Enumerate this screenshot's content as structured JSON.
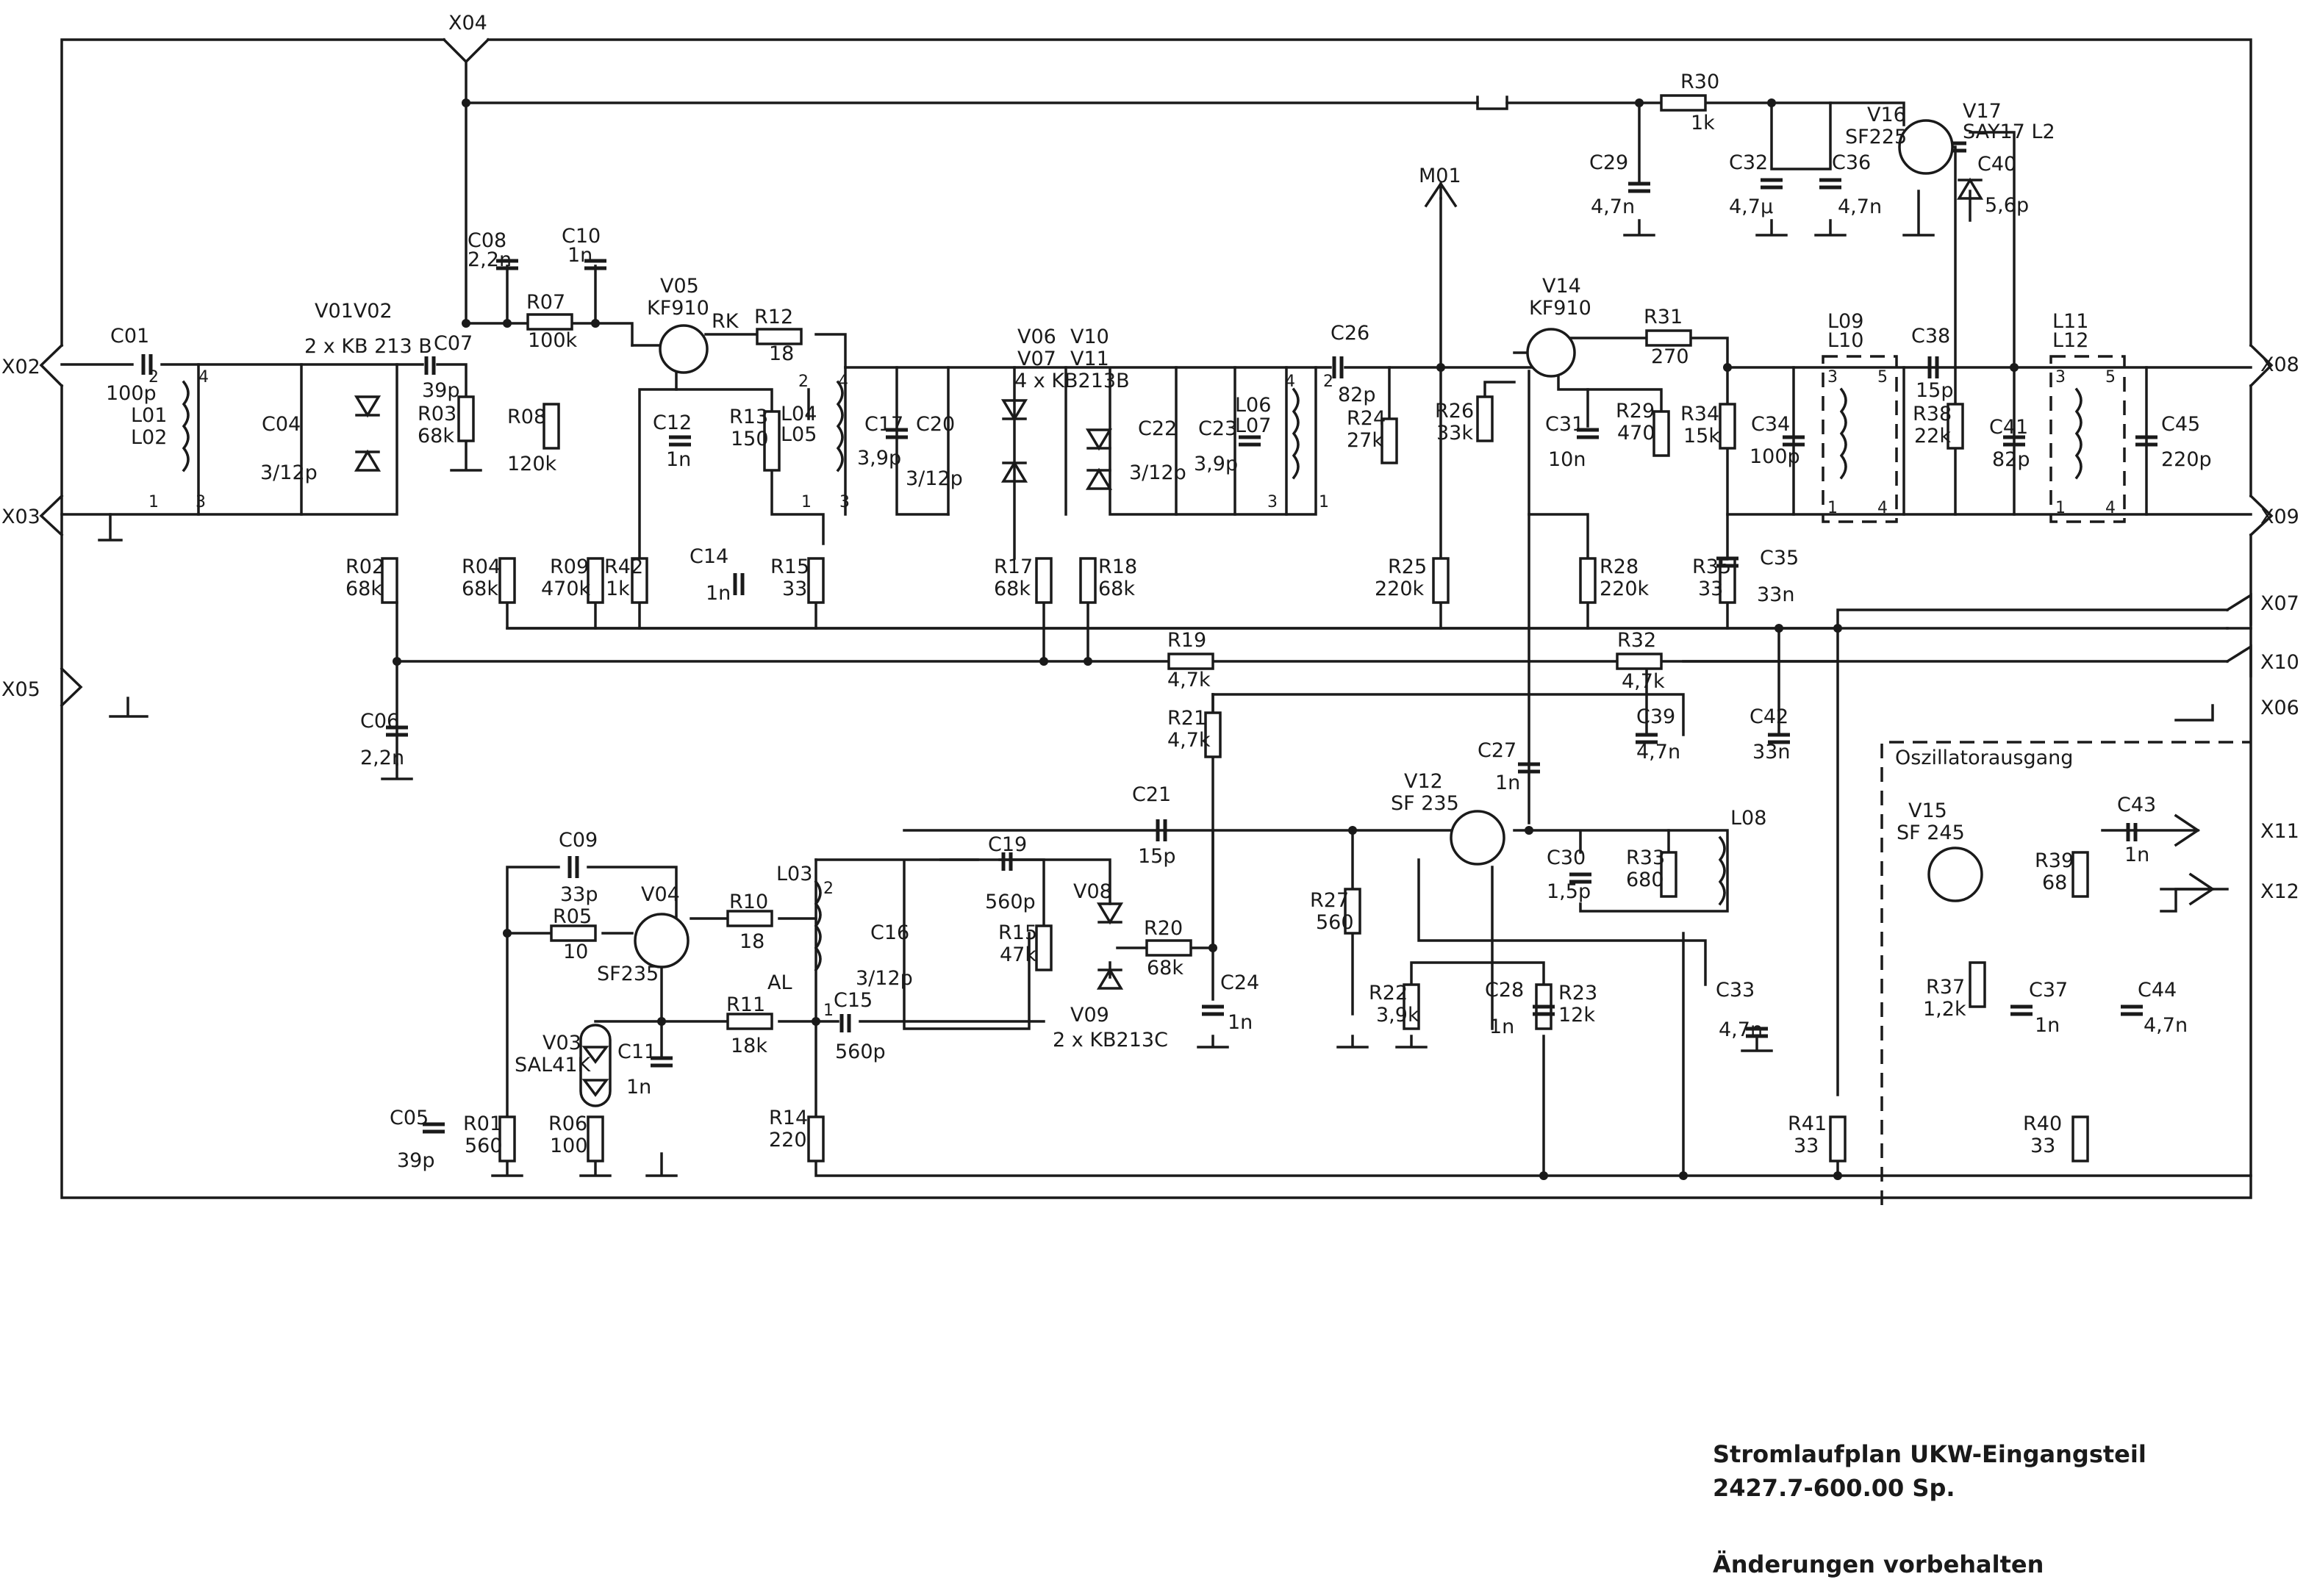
{
  "title": {
    "line1": "Stromlaufplan UKW-Eingangsteil",
    "line2": "2427.7-600.00 Sp.",
    "note": "Änderungen vorbehalten"
  },
  "sections": {
    "oscillator_output": "Oszillatorausgang"
  },
  "connectors": {
    "x02": "X02",
    "x03": "X03",
    "x04": "X04",
    "x05": "X05",
    "x06": "X06",
    "x07": "X07",
    "x08": "X08",
    "x09": "X09",
    "x10": "X10",
    "x11": "X11",
    "x12": "X12",
    "m01": "M01"
  },
  "transistors": {
    "v05": "V05",
    "v05_type": "KF910",
    "v14": "V14",
    "v14_type": "KF910",
    "v16": "V16",
    "v16_type": "SF225",
    "v12": "V12",
    "v12_type": "SF 235",
    "v04": "V04",
    "v04_type": "SF235",
    "v15": "V15",
    "v15_type": "SF 245"
  },
  "diodes": {
    "v01v02": "V01V02",
    "v01v02_type": "2 x KB 213 B",
    "v06": "V06",
    "v07": "V07",
    "v10": "V10",
    "v11": "V11",
    "v06v11_type": "4 x KB213B",
    "v17": "V17",
    "v17_type": "SAY17 L2",
    "v08": "V08",
    "v09": "V09",
    "v08v09_type": "2 x KB213C",
    "v03": "V03",
    "v03_type": "SAL41K"
  },
  "resistors": {
    "r01": "R01",
    "r01_v": "560",
    "r02": "R02",
    "r02_v": "68k",
    "r03": "R03",
    "r03_v": "68k",
    "r04": "R04",
    "r04_v": "68k",
    "r05": "R05",
    "r05_v": "10",
    "r06": "R06",
    "r06_v": "100",
    "r07": "R07",
    "r07_v": "100k",
    "r08": "R08",
    "r08_v": "120k",
    "r09": "R09",
    "r09_v": "470k",
    "r10": "R10",
    "r10_v": "18",
    "r11": "R11",
    "r11_v": "18k",
    "r12": "R12",
    "r12_v": "18",
    "r13": "R13",
    "r13_v": "150",
    "r14": "R14",
    "r14_v": "220",
    "r15": "R15",
    "r15_v": "33",
    "r15b": "R15",
    "r15b_v": "47k",
    "r17": "R17",
    "r17_v": "68k",
    "r18": "R18",
    "r18_v": "68k",
    "r19": "R19",
    "r19_v": "4,7k",
    "r20": "R20",
    "r20_v": "68k",
    "r21": "R21",
    "r21_v": "4,7k",
    "r22": "R22",
    "r22_v": "3,9k",
    "r23": "R23",
    "r23_v": "12k",
    "r24": "R24",
    "r24_v": "27k",
    "r25": "R25",
    "r25_v": "220k",
    "r26": "R26",
    "r26_v": "33k",
    "r27": "R27",
    "r27_v": "560",
    "r28": "R28",
    "r28_v": "220k",
    "r29": "R29",
    "r29_v": "470",
    "r30": "R30",
    "r30_v": "1k",
    "r31": "R31",
    "r31_v": "270",
    "r32": "R32",
    "r32_v": "4,7k",
    "r33": "R33",
    "r33_v": "680",
    "r34": "R34",
    "r34_v": "15k",
    "r35": "R35",
    "r35_v": "33",
    "r37": "R37",
    "r37_v": "1,2k",
    "r38": "R38",
    "r38_v": "22k",
    "r39": "R39",
    "r39_v": "68",
    "r40": "R40",
    "r40_v": "33",
    "r41": "R41",
    "r41_v": "33",
    "r42": "R42",
    "r42_v": "1k",
    "rk": "RK"
  },
  "capacitors": {
    "c01": "C01",
    "c01_v": "100p",
    "c04": "C04",
    "c04_v": "3/12p",
    "c05": "C05",
    "c05_v": "39p",
    "c06": "C06",
    "c06_v": "2,2n",
    "c07": "C07",
    "c07_v": "39p",
    "c08": "C08",
    "c08_v": "2,2n",
    "c09": "C09",
    "c09_v": "33p",
    "c10": "C10",
    "c10_v": "1n",
    "c11": "C11",
    "c11_v": "1n",
    "c12": "C12",
    "c12_v": "1n",
    "c14": "C14",
    "c14_v": "1n",
    "c15": "C15",
    "c15_v": "560p",
    "c16": "C16",
    "c16_v": "3/12p",
    "c17": "C17",
    "c17_v": "3,9p",
    "c19": "C19",
    "c19_v": "560p",
    "c20": "C20",
    "c20_v": "3/12p",
    "c21": "C21",
    "c21_v": "15p",
    "c22": "C22",
    "c22_v": "3/12p",
    "c23": "C23",
    "c23_v": "3,9p",
    "c24": "C24",
    "c24_v": "1n",
    "c26": "C26",
    "c26_v": "82p",
    "c27": "C27",
    "c27_v": "1n",
    "c28": "C28",
    "c28_v": "1n",
    "c29": "C29",
    "c29_v": "4,7n",
    "c30": "C30",
    "c30_v": "1,5p",
    "c31": "C31",
    "c31_v": "10n",
    "c32": "C32",
    "c32_v": "4,7µ",
    "c33": "C33",
    "c33_v": "4,7n",
    "c34": "C34",
    "c34_v": "100p",
    "c35": "C35",
    "c35_v": "33n",
    "c36": "C36",
    "c36_v": "4,7n",
    "c37": "C37",
    "c37_v": "1n",
    "c38": "C38",
    "c38_v": "15p",
    "c39": "C39",
    "c39_v": "4,7n",
    "c40": "C40",
    "c40_v": "5,6p",
    "c41": "C41",
    "c41_v": "82p",
    "c42": "C42",
    "c42_v": "33n",
    "c43": "C43",
    "c43_v": "1n",
    "c44": "C44",
    "c44_v": "4,7n",
    "c45": "C45",
    "c45_v": "220p"
  },
  "inductors": {
    "l01": "L01",
    "l02": "L02",
    "l03": "L03",
    "l04": "L04",
    "l05": "L05",
    "l06": "L06",
    "l07": "L07",
    "l08": "L08",
    "l09": "L09",
    "l10": "L10",
    "l11": "L11",
    "l12": "L12",
    "al": "AL"
  },
  "pins": {
    "p1": "1",
    "p2": "2",
    "p3": "3",
    "p4": "4",
    "p5": "5"
  }
}
